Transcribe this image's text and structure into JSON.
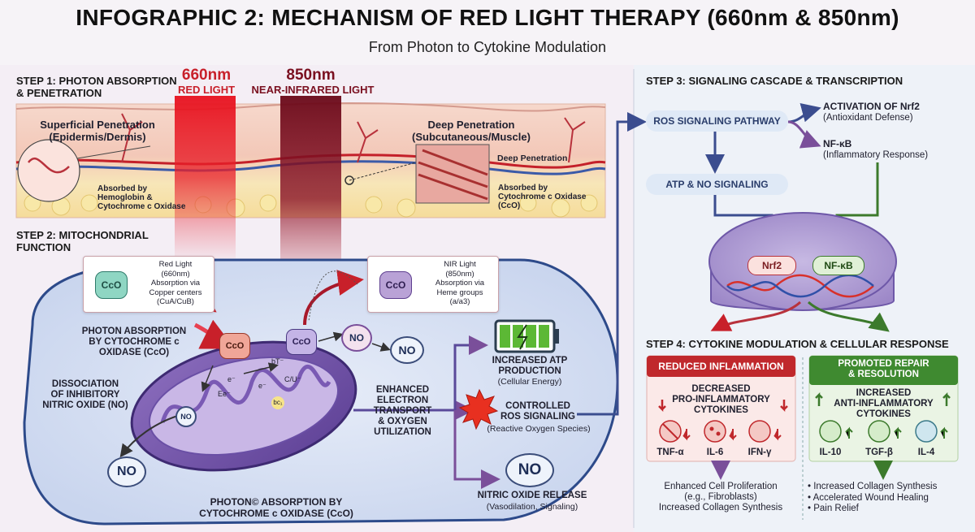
{
  "title": "INFOGRAPHIC 2: MECHANISM OF RED LIGHT THERAPY (660nm & 850nm)",
  "subtitle": "From Photon to Cytokine Modulation",
  "step1": {
    "heading": "STEP 1: PHOTON ABSORPTION\n& PENETRATION",
    "red_nm": "660nm",
    "red_name": "RED LIGHT",
    "nir_nm": "850nm",
    "nir_name": "NEAR-INFRARED LIGHT",
    "superficial": "Superficial Penetration\n(Epidermis/Dermis)",
    "superficial_note": "Absorbed by\nHemoglobin &\nCytochrome c Oxidase",
    "deep": "Deep Penetration\n(Subcutaneous/Muscle)",
    "deep_tag": "Deep Penetration",
    "deep_note": "Absorbed by\nCytochrome c Oxidase\n(CcO)"
  },
  "step2": {
    "heading": "STEP 2: MITOCHONDRIAL\nFUNCTION",
    "red_card": "Red Light\n(660nm)\nAbsorption via\nCopper centers\n(CuA/CuB)",
    "nir_card": "NIR Light\n(850nm)\nAbsorption via\nHeme groups\n(a/a3)",
    "cco": "CcO",
    "photon_absorption": "PHOTON ABSORPTION\nBY CYTOCHROME c\nOXIDASE (CcO)",
    "dissociation": "DISSOCIATION\nOF INHIBITORY\nNITRIC OXIDE (NO)",
    "no": "NO",
    "bottom_caption": "PHOTON© ABSORPTION BY\nCYTOCHROME c OXIDASE (CcO)",
    "enhanced": "ENHANCED\nELECTRON\nTRANSPORT\n& OXYGEN\nUTILIZATION",
    "atp": "INCREASED ATP\nPRODUCTION",
    "atp_sub": "(Cellular Energy)",
    "ros": "CONTROLLED\nROS SIGNALING",
    "ros_sub": "(Reactive Oxygen Species)",
    "no_release": "NITRIC OXIDE RELEASE",
    "no_release_sub": "(Vasodilation, Signaling)",
    "electrons": [
      "e⁻",
      "Ee⁻",
      "e⁻",
      "bT⁻",
      "C/U⁻",
      "bc₁"
    ]
  },
  "step3": {
    "heading": "STEP 3: SIGNALING CASCADE & TRANSCRIPTION",
    "ros_path": "ROS SIGNALING PATHWAY",
    "nrf2_act": "ACTIVATION OF Nrf2",
    "nrf2_act_sub": "(Antioxidant Defense)",
    "nfkb": "NF-κB",
    "nfkb_sub": "(Inflammatory Response)",
    "atp_no": "ATP & NO SIGNALING",
    "nrf2": "Nrf2",
    "nfkb_tag": "NF-κB"
  },
  "step4": {
    "heading": "STEP 4: CYTOKINE MODULATION & CELLULAR RESPONSE",
    "reduced": "REDUCED INFLAMMATION",
    "decreased": "DECREASED\nPRO-INFLAMMATORY\nCYTOKINES",
    "pro": [
      "TNF-α",
      "IL-6",
      "IFN-γ"
    ],
    "left_result": "Enhanced Cell Proliferation\n(e.g., Fibroblasts)\nIncreased Collagen Synthesis",
    "promoted": "PROMOTED REPAIR\n& RESOLUTION",
    "increased": "INCREASED\nANTI-INFLAMMATORY\nCYTOKINES",
    "anti": [
      "IL-10",
      "TGF-β",
      "IL-4"
    ],
    "right_result": [
      "• Increased Collagen Synthesis",
      "• Accelerated Wound Healing",
      "• Pain Relief"
    ]
  },
  "colors": {
    "red": "#c8202a",
    "nir": "#7a1020",
    "blue": "#3b4d8f",
    "green": "#3c7a2c",
    "purple": "#7a5aa0"
  }
}
